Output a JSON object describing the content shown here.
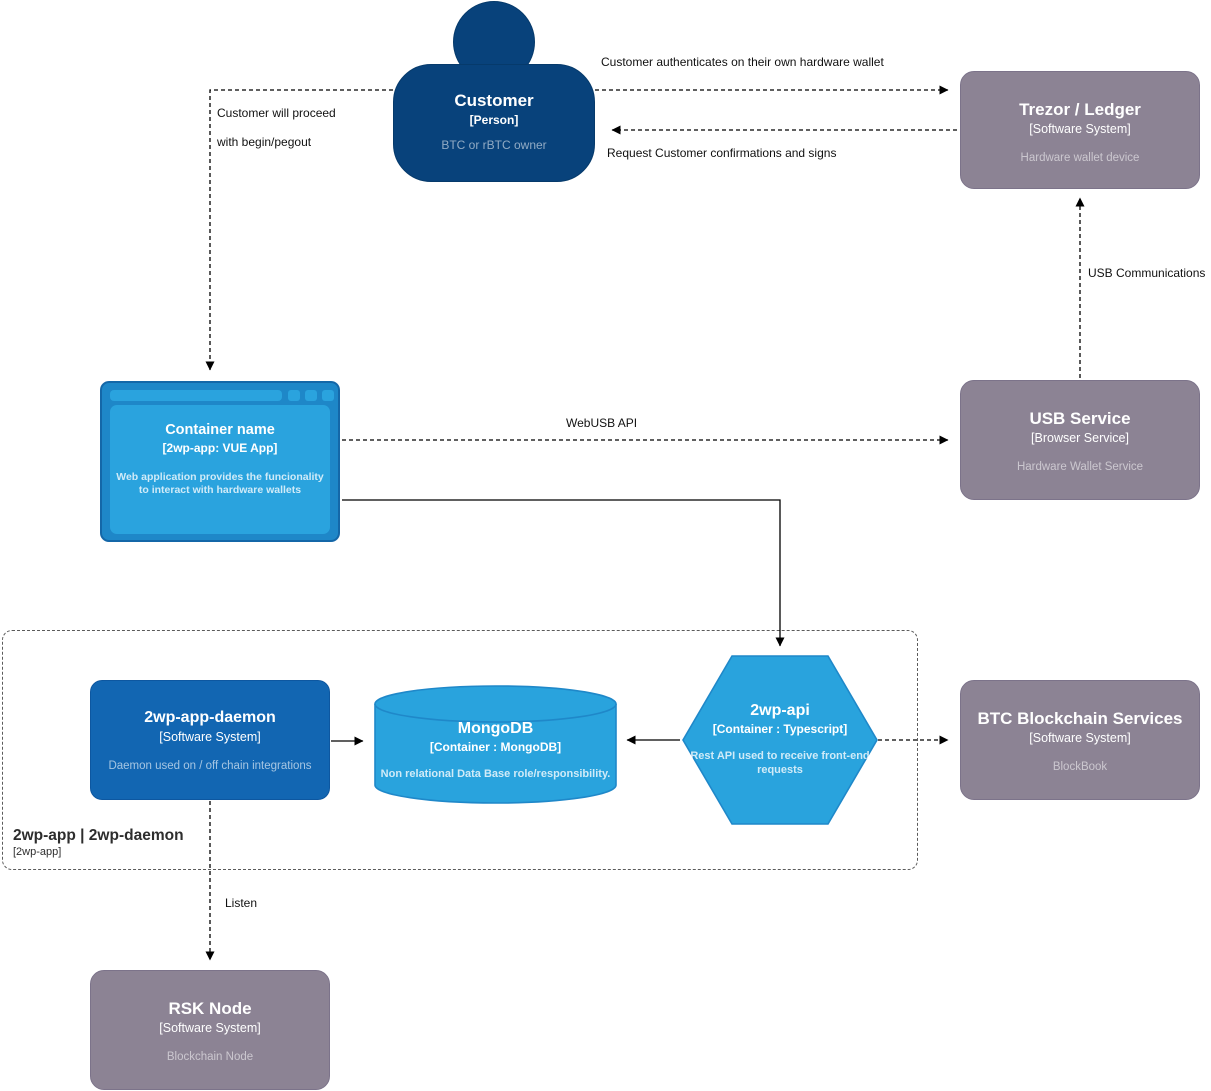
{
  "diagram": {
    "boundary": {
      "title": "2wp-app | 2wp-daemon",
      "subtitle": "[2wp-app]"
    }
  },
  "nodes": {
    "customer": {
      "title": "Customer",
      "subtitle": "[Person]",
      "description": "BTC or rBTC owner"
    },
    "trezor": {
      "title": "Trezor / Ledger",
      "subtitle": "[Software System]",
      "description": "Hardware wallet device"
    },
    "webapp": {
      "title": "Container name",
      "subtitle": "[2wp-app: VUE App]",
      "description": "Web application provides the funcionality to interact with hardware wallets"
    },
    "usb_service": {
      "title": "USB Service",
      "subtitle": "[Browser Service]",
      "description": "Hardware Wallet Service"
    },
    "daemon": {
      "title": "2wp-app-daemon",
      "subtitle": "[Software System]",
      "description": "Daemon used on / off chain integrations"
    },
    "mongodb": {
      "title": "MongoDB",
      "subtitle": "[Container : MongoDB]",
      "description": "Non relational Data Base role/responsibility."
    },
    "api": {
      "title": "2wp-api",
      "subtitle": "[Container : Typescript]",
      "description": "Rest API used to receive front-end requests"
    },
    "btc": {
      "title": "BTC Blockchain Services",
      "subtitle": "[Software System]",
      "description": "BlockBook"
    },
    "rsk": {
      "title": "RSK Node",
      "subtitle": "[Software System]",
      "description": "Blockchain Node"
    }
  },
  "edges": {
    "auth": "Customer authenticates on their own hardware wallet",
    "request": "Request Customer confirmations and signs",
    "proceed_line1": "Customer will proceed",
    "proceed_line2": "with begin/pegout",
    "webusb": "WebUSB API",
    "usb_comm": "USB Communications",
    "listen": "Listen"
  },
  "colors": {
    "person_fill": "#08427b",
    "external_system_fill": "#8c8394",
    "container_blue_fill": "#29a3dd",
    "container_blue_stroke": "#1f88c9",
    "daemon_fill": "#1266b2",
    "browser_frame_fill": "#1e87c8",
    "boundary_stroke": "#5b5b5b",
    "edge_stroke": "#000000"
  }
}
